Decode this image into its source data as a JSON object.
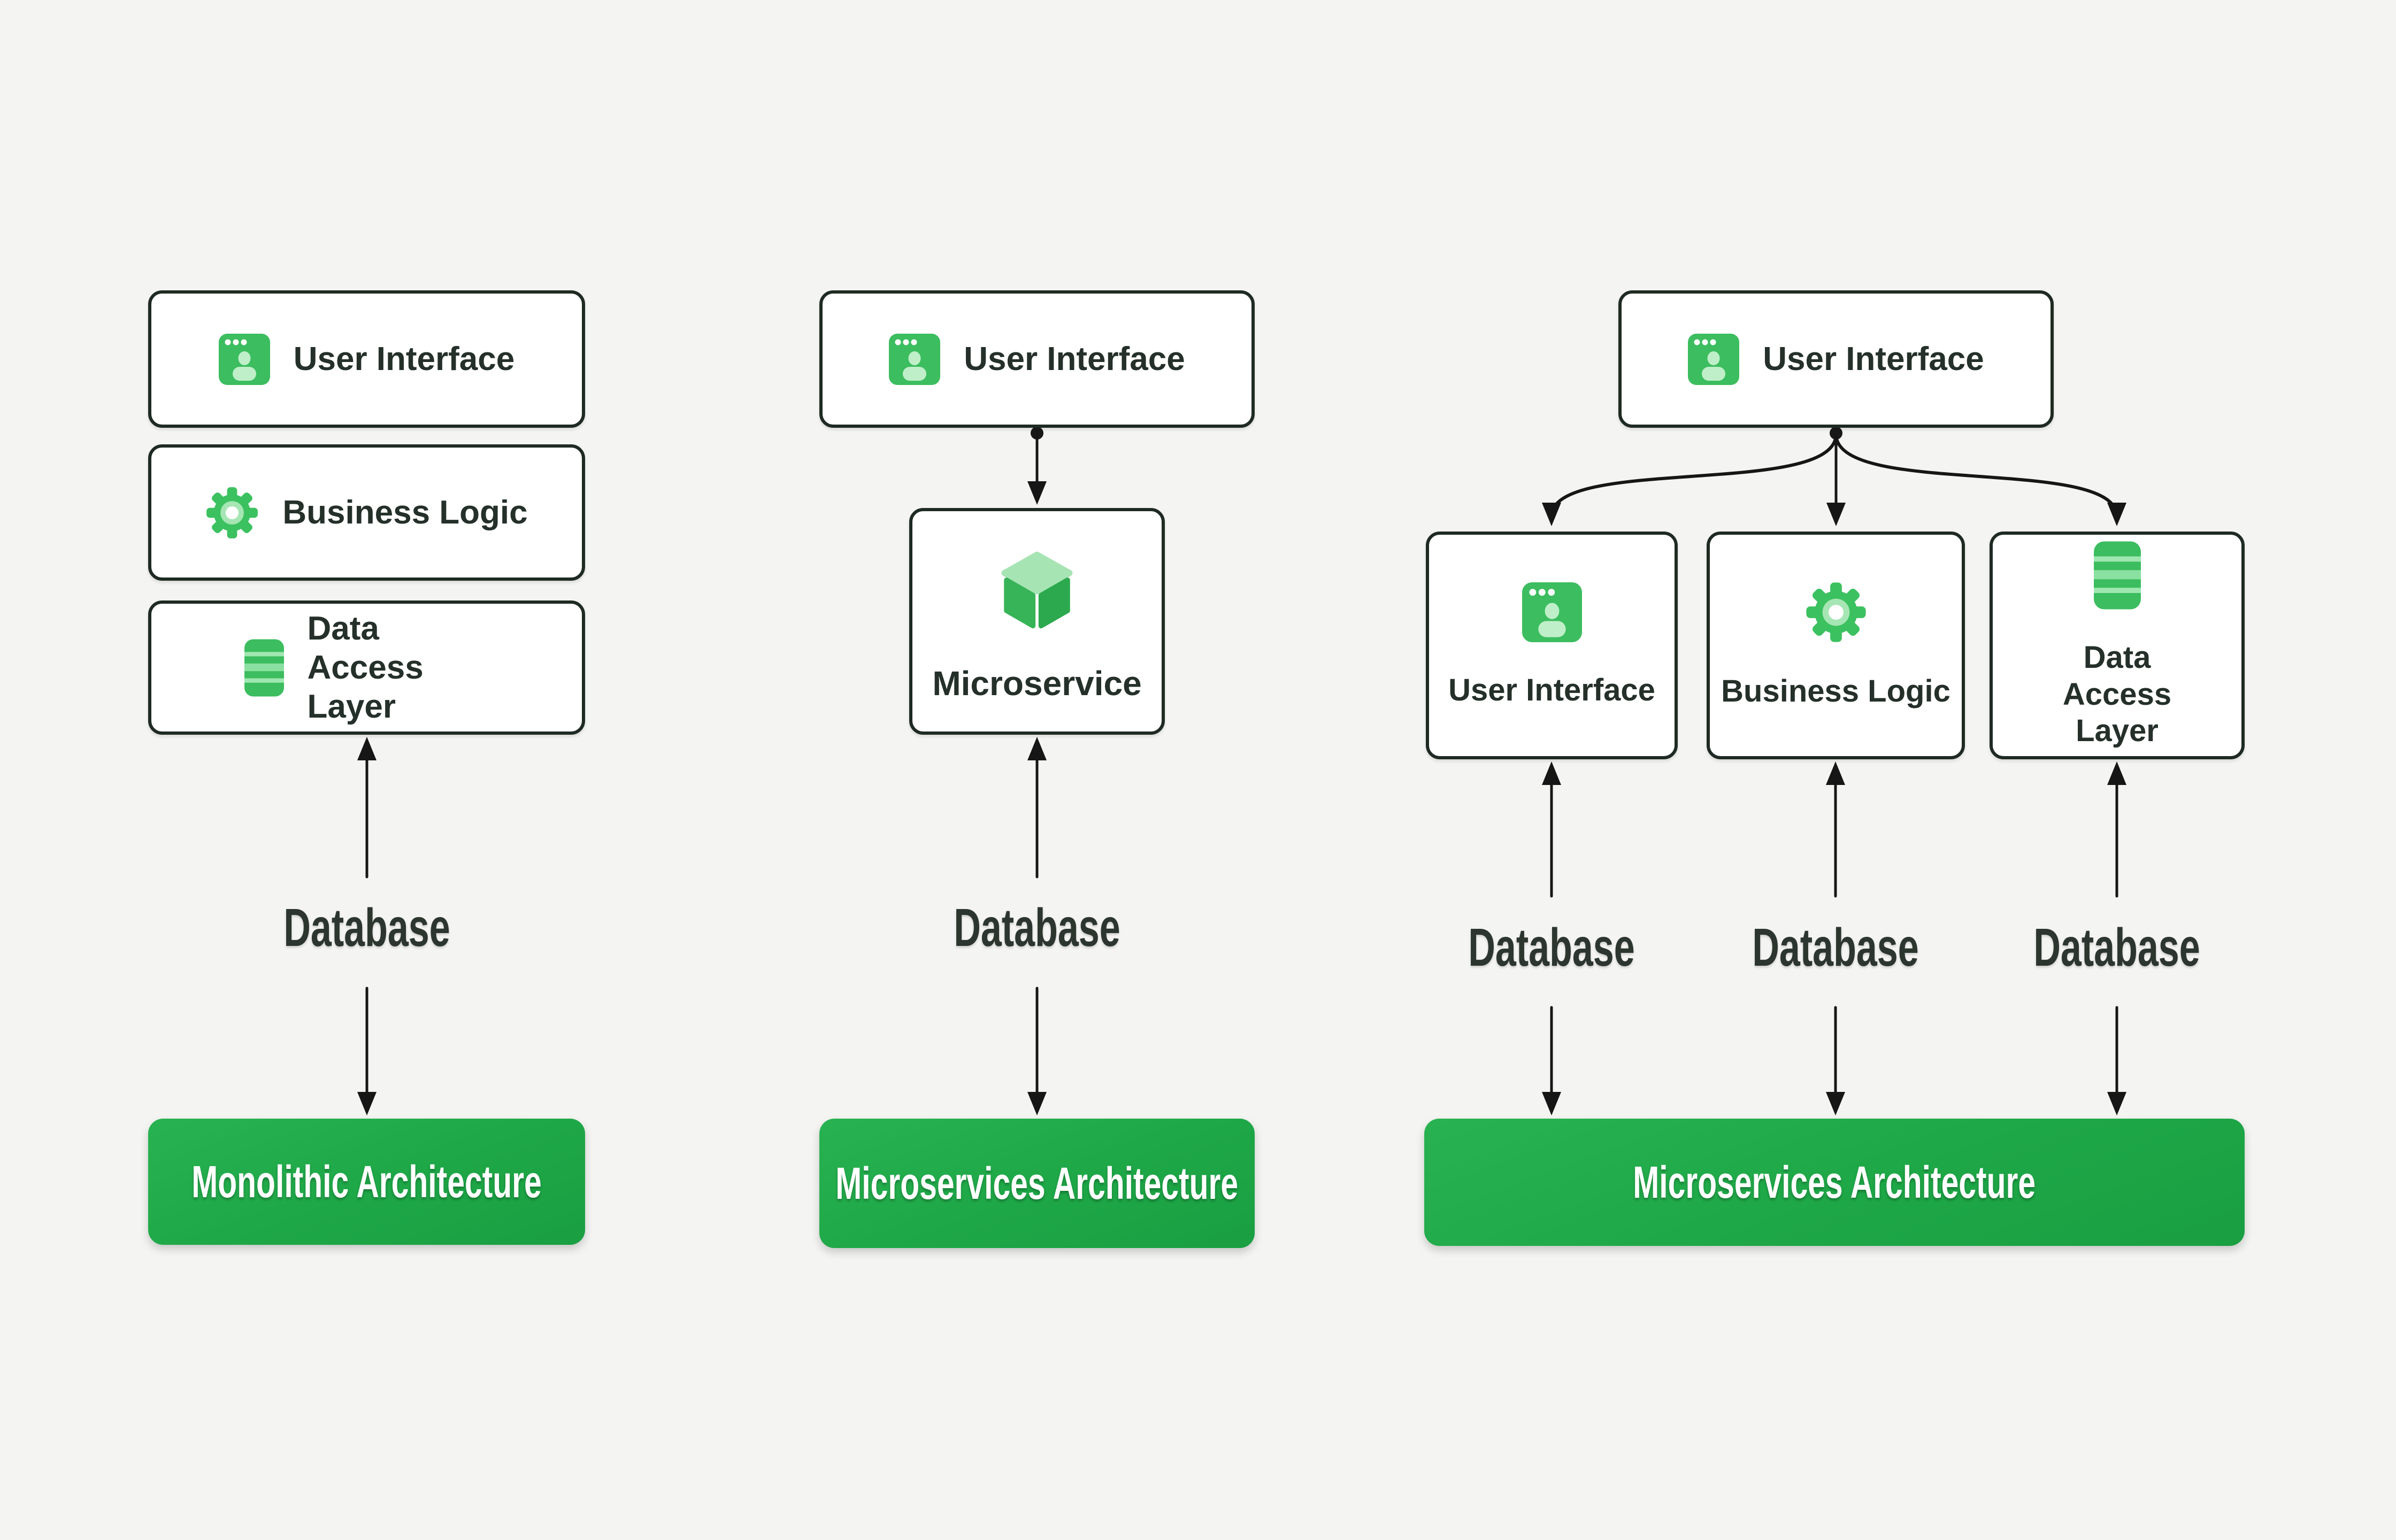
{
  "diagram": {
    "palette": {
      "background": "#f4f4f2",
      "icon_green": "#3cbd5f",
      "icon_light_green": "#bfefc9",
      "cube_top_green": "#a6e4b3",
      "cube_left_green": "#37b458",
      "cube_right_green": "#2ca94e",
      "banner_green": "#1ea747",
      "line_black": "#161616",
      "text_dark": "#243029"
    },
    "columns": {
      "monolithic": {
        "layers": [
          {
            "icon": "window-user-icon",
            "label": "User Interface"
          },
          {
            "icon": "gear-icon",
            "label": "Business Logic"
          },
          {
            "icon": "database-stack-icon",
            "label": "Data Access Layer"
          }
        ],
        "database_label": "Database",
        "banner": "Monolithic Architecture"
      },
      "microservice_single": {
        "ui_box": {
          "icon": "window-user-icon",
          "label": "User Interface"
        },
        "service_box": {
          "icon": "cube-icon",
          "label": "Microservice"
        },
        "database_label": "Database",
        "banner": "Microservices Architecture"
      },
      "microservice_multi": {
        "ui_box": {
          "icon": "window-user-icon",
          "label": "User Interface"
        },
        "services": [
          {
            "icon": "window-user-icon",
            "label": "User Interface"
          },
          {
            "icon": "gear-icon",
            "label": "Business Logic"
          },
          {
            "icon": "database-stack-icon",
            "label": "Data Access Layer"
          }
        ],
        "database_labels": [
          "Database",
          "Database",
          "Database"
        ],
        "banner": "Microservices Architecture"
      }
    }
  }
}
